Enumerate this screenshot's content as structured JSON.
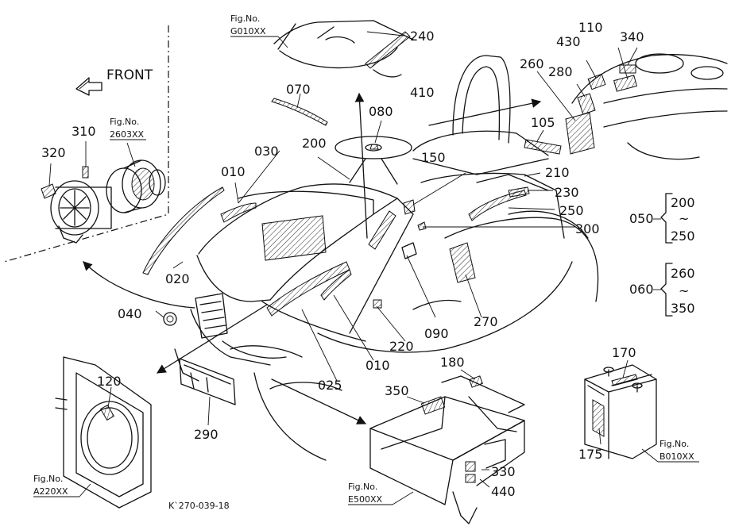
{
  "front_label": "FRONT",
  "figure_refs": {
    "g010": [
      "Fig.No.",
      "G010XX"
    ],
    "f2603": [
      "Fig.No.",
      "2603XX"
    ],
    "a220": [
      "Fig.No.",
      "A220XX"
    ],
    "e500": [
      "Fig.No.",
      "E500XX"
    ],
    "b010": [
      "Fig.No.",
      "B010XX"
    ]
  },
  "callouts": {
    "c240": "240",
    "c340": "340",
    "c110": "110",
    "c430": "430",
    "c280": "280",
    "c260": "260",
    "c070": "070",
    "c080": "080",
    "c410": "410",
    "c105": "105",
    "c310": "310",
    "c320": "320",
    "c030": "030",
    "c200": "200",
    "c150": "150",
    "c010a": "010",
    "c210": "210",
    "c230": "230",
    "c250": "250",
    "c300": "300",
    "c020": "020",
    "c040": "040",
    "c270": "270",
    "c090": "090",
    "c220": "220",
    "c010b": "010",
    "c025": "025",
    "c120": "120",
    "c180": "180",
    "c170": "170",
    "c350": "350",
    "c290": "290",
    "c175": "175",
    "c330": "330",
    "c440": "440"
  },
  "groups": {
    "g050": {
      "label": "050",
      "from": "200",
      "tilde": "~",
      "to": "250"
    },
    "g060": {
      "label": "060",
      "from": "260",
      "tilde": "~",
      "to": "350"
    }
  },
  "drawing_code": "K`270-039-18"
}
